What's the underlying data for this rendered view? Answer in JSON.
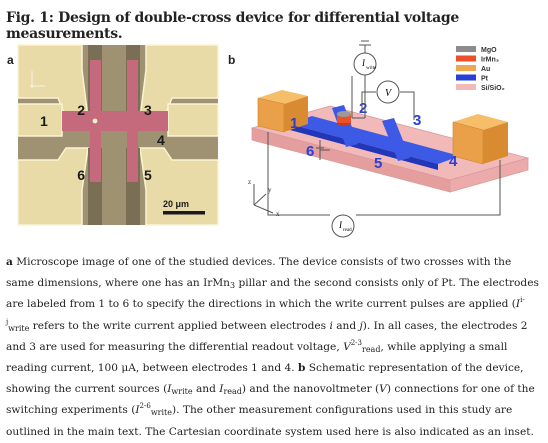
{
  "figure": {
    "title": "Fig. 1: Design of double-cross device for differential voltage measurements.",
    "panel_a": {
      "letter": "a",
      "electrode_labels": [
        "1",
        "2",
        "3",
        "4",
        "5",
        "6"
      ],
      "scale_bar": "20 μm"
    },
    "panel_b": {
      "letter": "b",
      "legend": [
        {
          "label": "MgO",
          "color": "#8c8c8c"
        },
        {
          "label": "IrMn₃",
          "color": "#e8512a"
        },
        {
          "label": "Au",
          "color": "#f0a850"
        },
        {
          "label": "Pt",
          "color": "#2a3fd6"
        },
        {
          "label": "Si/SiO₂",
          "color": "#f2b9b9"
        }
      ],
      "electrode_labels": [
        "1",
        "2",
        "3",
        "4",
        "5",
        "6"
      ],
      "i_write": "I",
      "i_write_sub": "write",
      "voltmeter": "V",
      "i_read": "I",
      "i_read_sub": "read",
      "axes": {
        "z": "z",
        "y": "y",
        "x": "x"
      }
    }
  },
  "caption": {
    "a_letter": "a",
    "a_text_1": " Microscope image of one of the studied devices. The device consists of two crosses with the same dimensions, where one has an IrMn",
    "a_sub_irmn": "3",
    "a_text_2": " pillar and the second consists only of Pt. The electrodes are labeled from 1 to 6 to specify the directions in which the write current pulses are applied (",
    "a_iij_I": "I",
    "a_iij_sup": "i-j",
    "a_iij_sub": "write",
    "a_text_3": " refers to the write current applied between electrodes ",
    "a_i": "i",
    "a_and": " and ",
    "a_j": "j",
    "a_text_4": "). In all cases, the electrodes 2 and 3 are used for measuring the differential readout voltage, ",
    "a_V": "V",
    "a_V_sup": "2-3",
    "a_V_sub": "read",
    "a_text_5": ", while applying a small reading current, 100 μA, between electrodes 1 and 4. ",
    "b_letter": "b",
    "b_text_1": " Schematic representation of the device, showing the current sources (",
    "b_Iw": "I",
    "b_Iw_sub": "write",
    "b_and": " and ",
    "b_Ir": "I",
    "b_Ir_sub": "read",
    "b_text_2": ") and the nanovoltmeter (",
    "b_V": "V",
    "b_text_3": ") connections for one of the switching experiments (",
    "b_I26": "I",
    "b_I26_sup": "2-6",
    "b_I26_sub": "write",
    "b_text_4": "). The other measurement configurations used in this study are outlined in the main text. The Cartesian coordinate system used here is also indicated as an inset."
  }
}
